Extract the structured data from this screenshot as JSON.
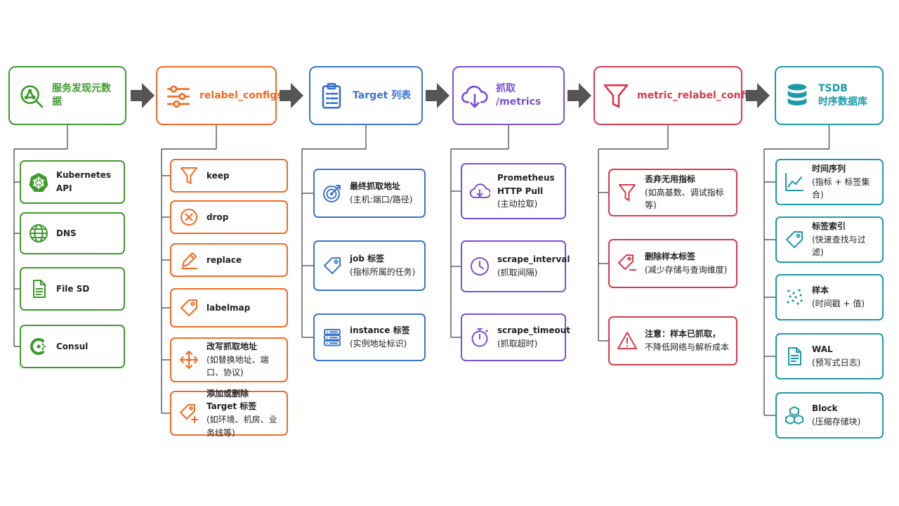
{
  "stages": [
    {
      "title": [
        "服务发现元数据"
      ],
      "color": "#3e9a2c",
      "icon": "service-discovery-icon",
      "items": [
        {
          "lines": [
            "Kubernetes API"
          ],
          "icon": "kubernetes-icon"
        },
        {
          "lines": [
            "DNS"
          ],
          "icon": "globe-icon"
        },
        {
          "lines": [
            "File SD"
          ],
          "icon": "file-icon"
        },
        {
          "lines": [
            "Consul"
          ],
          "icon": "consul-icon"
        }
      ]
    },
    {
      "title": [
        "relabel_configs"
      ],
      "color": "#f26b22",
      "icon": "sliders-icon",
      "items": [
        {
          "lines": [
            "keep"
          ],
          "icon": "filter-icon"
        },
        {
          "lines": [
            "drop"
          ],
          "icon": "x-circle-icon"
        },
        {
          "lines": [
            "replace"
          ],
          "icon": "pencil-icon"
        },
        {
          "lines": [
            "labelmap"
          ],
          "icon": "tag-icon"
        },
        {
          "lines": [
            "改写抓取地址",
            "(如替换地址、端口、协议)"
          ],
          "icon": "move-icon"
        },
        {
          "lines": [
            "添加或删除 Target 标签",
            "(如环境、机房、业务线等)"
          ],
          "icon": "tag-plus-icon"
        }
      ]
    },
    {
      "title": [
        "Target 列表"
      ],
      "color": "#3a73d0",
      "icon": "clipboard-list-icon",
      "items": [
        {
          "lines": [
            "最终抓取地址",
            "(主机:端口/路径)"
          ],
          "icon": "target-icon"
        },
        {
          "lines": [
            "job 标签",
            "(指标所属的任务)"
          ],
          "icon": "tag-icon"
        },
        {
          "lines": [
            "instance 标签",
            "(实例地址标识)"
          ],
          "icon": "server-icon"
        }
      ]
    },
    {
      "title": [
        "抓取 /metrics"
      ],
      "color": "#7b4fd6",
      "icon": "cloud-download-icon",
      "items": [
        {
          "lines": [
            "Prometheus",
            "HTTP Pull",
            "(主动拉取)"
          ],
          "icon": "cloud-icon"
        },
        {
          "lines": [
            "scrape_interval",
            "(抓取间隔)"
          ],
          "icon": "clock-icon"
        },
        {
          "lines": [
            "scrape_timeout",
            "(抓取超时)"
          ],
          "icon": "stopwatch-icon"
        }
      ]
    },
    {
      "title": [
        "metric_relabel_configs"
      ],
      "color": "#d83a4f",
      "icon": "funnel-icon",
      "items": [
        {
          "lines": [
            "丢弃无用指标",
            "(如高基数、调试指标等)"
          ],
          "icon": "filter-icon"
        },
        {
          "lines": [
            "删除样本标签",
            "(减少存储与查询维度)"
          ],
          "icon": "tag-minus-icon"
        },
        {
          "lines": [
            "注意：样本已抓取，",
            "不降低网络与解析成本"
          ],
          "icon": "warning-icon"
        }
      ]
    },
    {
      "title": [
        "TSDB",
        "时序数据库"
      ],
      "color": "#1b9aa8",
      "icon": "database-icon",
      "items": [
        {
          "lines": [
            "时间序列",
            "(指标 + 标签集合)"
          ],
          "icon": "line-chart-icon"
        },
        {
          "lines": [
            "标签索引",
            "(快速查找与过滤)"
          ],
          "icon": "tag-icon"
        },
        {
          "lines": [
            "样本",
            "(时间戳 + 值)"
          ],
          "icon": "dots-icon"
        },
        {
          "lines": [
            "WAL",
            "(预写式日志)"
          ],
          "icon": "document-icon"
        },
        {
          "lines": [
            "Block",
            "(压缩存储块)"
          ],
          "icon": "cubes-icon"
        }
      ]
    }
  ]
}
